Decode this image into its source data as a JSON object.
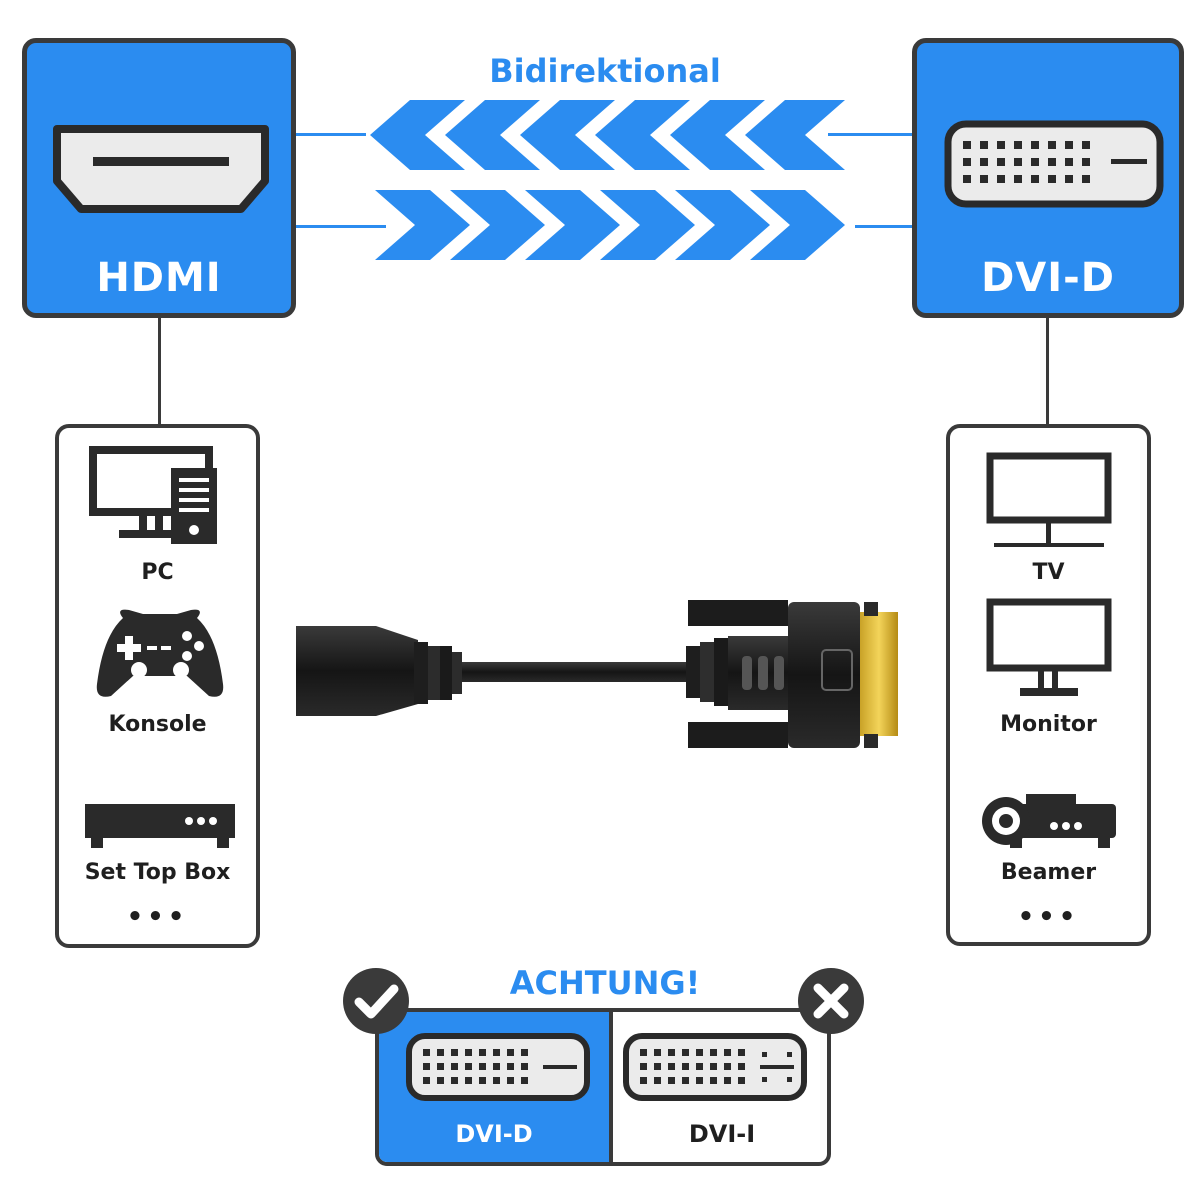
{
  "header": {
    "title": "Bidirektional"
  },
  "left_port": {
    "label": "HDMI",
    "icon": "hdmi-port-icon"
  },
  "right_port": {
    "label": "DVI-D",
    "icon": "dvi-port-icon"
  },
  "left_devices": {
    "items": [
      {
        "label": "PC",
        "icon": "pc-icon"
      },
      {
        "label": "Konsole",
        "icon": "gamepad-icon"
      },
      {
        "label": "Set Top Box",
        "icon": "set-top-box-icon"
      }
    ],
    "more": "•••"
  },
  "right_devices": {
    "items": [
      {
        "label": "TV",
        "icon": "tv-icon"
      },
      {
        "label": "Monitor",
        "icon": "monitor-icon"
      },
      {
        "label": "Beamer",
        "icon": "projector-icon"
      }
    ],
    "more": "•••"
  },
  "warning": {
    "title": "ACHTUNG!",
    "ok": {
      "label": "DVI-D",
      "icon": "check-icon"
    },
    "bad": {
      "label": "DVI-I",
      "icon": "cross-icon"
    }
  },
  "colors": {
    "accent": "#2b8cf0",
    "outline": "#3a3a3a"
  }
}
